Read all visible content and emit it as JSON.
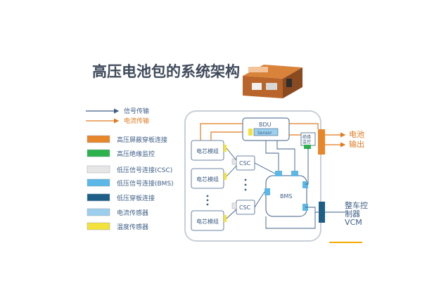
{
  "title": "高压电池包的系统架构",
  "legend": {
    "signal": "信号传输",
    "current": "电流传输",
    "items": [
      {
        "label": "高压屏蔽穿板连接",
        "color": "#e8862a"
      },
      {
        "label": "高压绝缘监控",
        "color": "#2bb24c"
      },
      {
        "label": "低压信号连接(CSC)",
        "color": "#e6e6e6"
      },
      {
        "label": "低压信号连接(BMS)",
        "color": "#5bb8e6"
      },
      {
        "label": "低压穿板连接",
        "color": "#1d5f86"
      },
      {
        "label": "电流传感器",
        "color": "#9ccfee"
      },
      {
        "label": "温度传感器",
        "color": "#f2e23a"
      }
    ]
  },
  "blocks": {
    "bdu": "BDU",
    "sensor": "Sensor",
    "insulation": "绝缘监控",
    "csc": "CSC",
    "bms": "BMS",
    "cell_module": "电芯模组"
  },
  "outputs": {
    "battery_output": "电池输出",
    "vcm": "整车控制器VCM"
  },
  "colors": {
    "signal": "#3e5f86",
    "current": "#e07a1f",
    "frame": "#c9cfd8",
    "accent_line": "#f2a900"
  }
}
